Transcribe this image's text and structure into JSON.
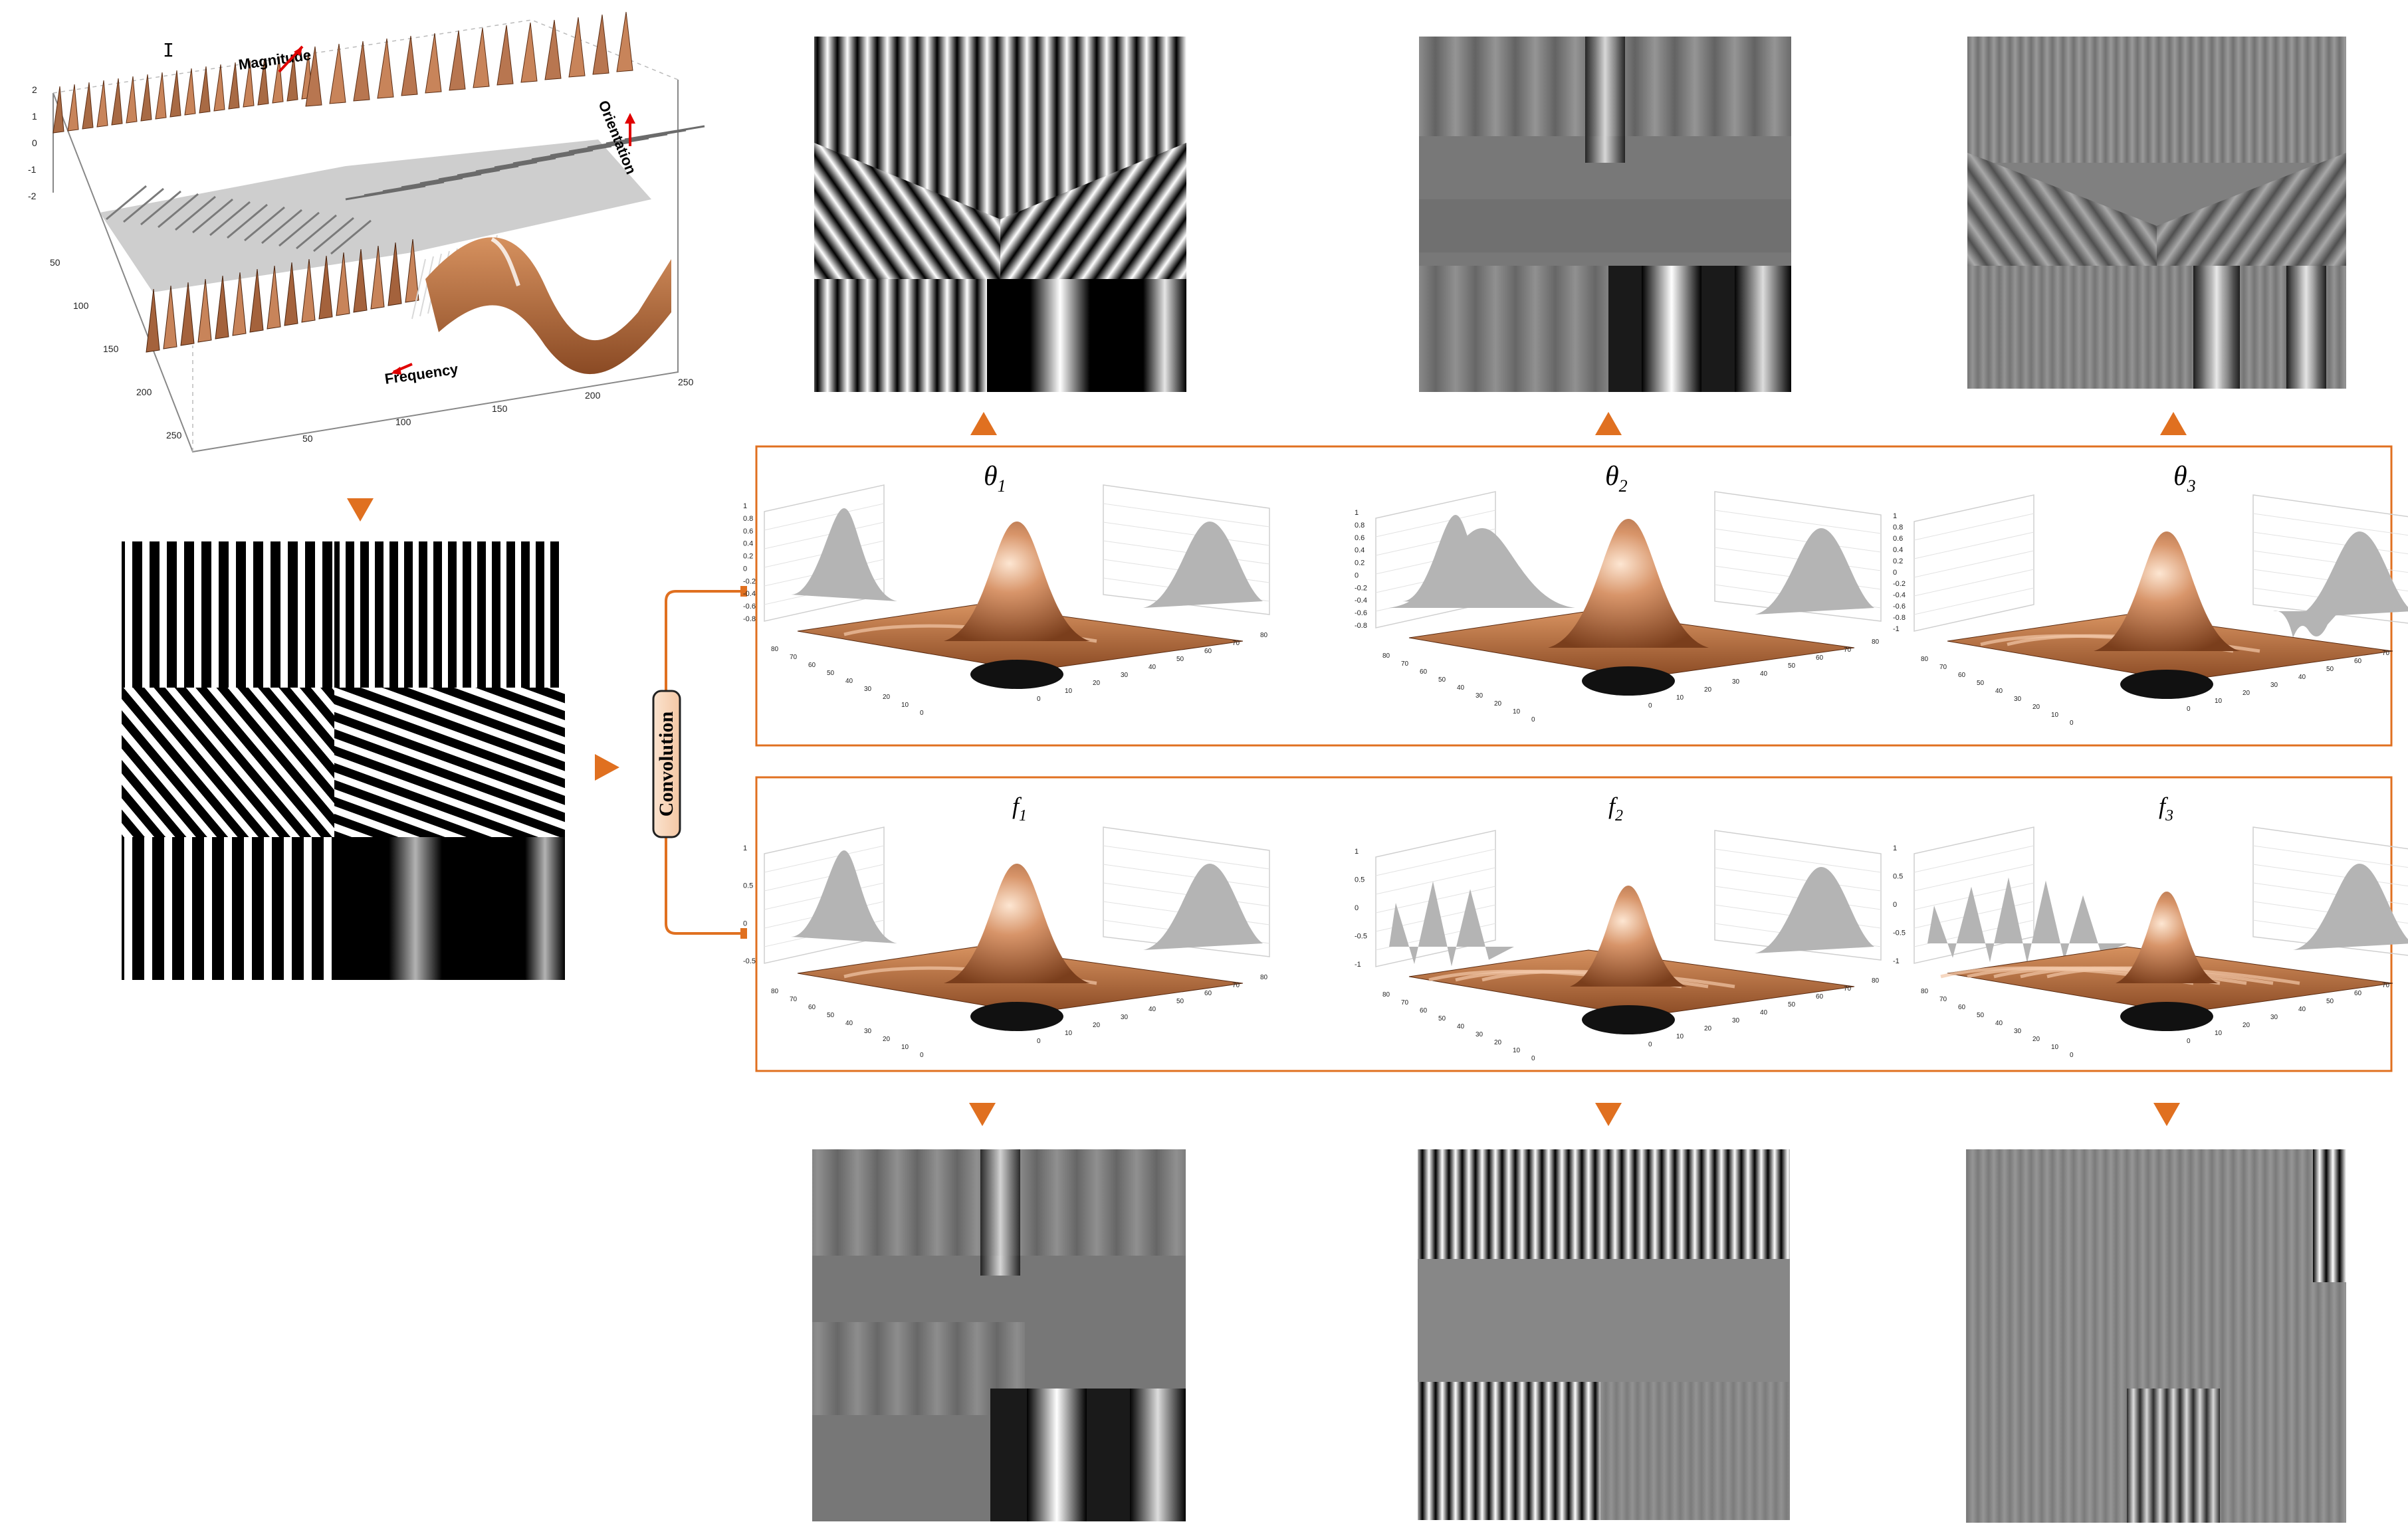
{
  "surface_plot": {
    "title": "I",
    "labels": {
      "magnitude": "Magnitude",
      "orientation": "Orientation",
      "frequency": "Frequency"
    },
    "z_ticks": [
      "2",
      "1",
      "0",
      "-1",
      "-2"
    ],
    "y_ticks": [
      "50",
      "100",
      "150",
      "200",
      "250"
    ],
    "x_ticks": [
      "50",
      "100",
      "150",
      "200",
      "250"
    ]
  },
  "convolution_label": "Convolution",
  "theta_panel": {
    "kernels": [
      {
        "symbol": "θ",
        "sub": "1"
      },
      {
        "symbol": "θ",
        "sub": "2"
      },
      {
        "symbol": "θ",
        "sub": "3"
      }
    ],
    "z_ticks_1": [
      "1",
      "0.8",
      "0.6",
      "0.4",
      "0.2",
      "0",
      "-0.2",
      "-0.4",
      "-0.6",
      "-0.8"
    ],
    "z_ticks_2": [
      "1",
      "0.8",
      "0.6",
      "0.4",
      "0.2",
      "0",
      "-0.2",
      "-0.4",
      "-0.6",
      "-0.8"
    ],
    "z_ticks_3": [
      "1",
      "0.8",
      "0.6",
      "0.4",
      "0.2",
      "0",
      "-0.2",
      "-0.4",
      "-0.6",
      "-0.8",
      "-1"
    ]
  },
  "freq_panel": {
    "kernels": [
      {
        "symbol": "f",
        "sub": "1"
      },
      {
        "symbol": "f",
        "sub": "2"
      },
      {
        "symbol": "f",
        "sub": "3"
      }
    ],
    "z_ticks_1": [
      "1",
      "0.5",
      "0",
      "-0.5"
    ],
    "z_ticks_2": [
      "1",
      "0.5",
      "0",
      "-0.5",
      "-1"
    ],
    "z_ticks_3": [
      "1",
      "0.5",
      "0",
      "-0.5",
      "-1"
    ]
  },
  "kernel_axis_ticks": [
    "80",
    "70",
    "60",
    "50",
    "40",
    "30",
    "20",
    "10",
    "0"
  ],
  "kernel_axis_ticks_b": [
    "0",
    "10",
    "20",
    "30",
    "40",
    "50",
    "60",
    "70",
    "80"
  ],
  "colors": {
    "accent": "#e07020",
    "copper": "#c8845a",
    "copper_light": "#f2c8a8",
    "gray_wave": "#b4b4b4"
  }
}
